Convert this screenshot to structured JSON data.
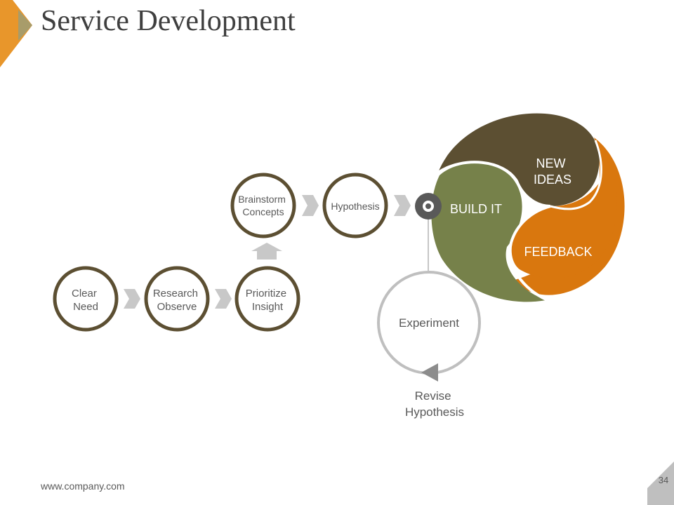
{
  "slide": {
    "title": "Service Development",
    "footer_url": "www.company.com",
    "page_number": "34"
  },
  "process": {
    "clear_need": [
      "Clear",
      "Need"
    ],
    "research_observe": [
      "Research",
      "Observe"
    ],
    "prioritize_insight": [
      "Prioritize",
      "Insight"
    ],
    "brainstorm_concepts": [
      "Brainstorm",
      "Concepts"
    ],
    "hypothesis": "Hypothesis",
    "experiment": "Experiment",
    "revise_hypothesis": [
      "Revise",
      "Hypothesis"
    ]
  },
  "cycle": {
    "new_ideas": [
      "NEW",
      "IDEAS"
    ],
    "build_it": "BUILD IT",
    "feedback": "FEEDBACK"
  },
  "colors": {
    "accent_orange": "#E8962B",
    "dark_brown": "#5C4F32",
    "olive_green": "#76814A",
    "burnt_orange": "#D9770E",
    "arrow_grey": "#C8C8C8",
    "light_grey_ring": "#BFBFBF",
    "hub_grey": "#595959"
  }
}
